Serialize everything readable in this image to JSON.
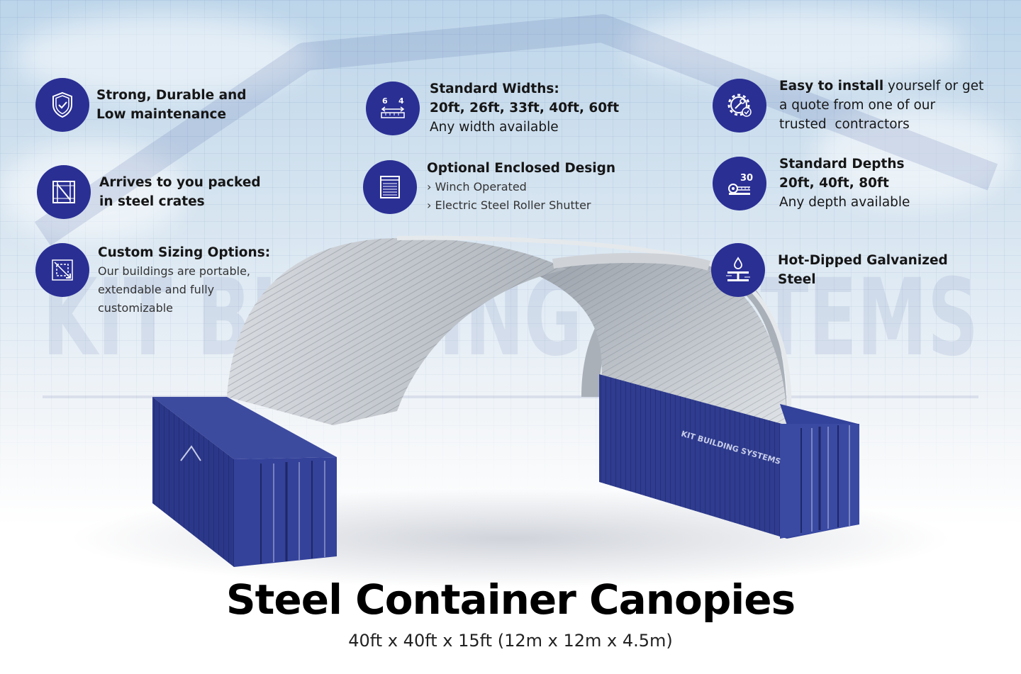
{
  "title": "Steel Container Canopies",
  "subtitle": "40ft x 40ft x 15ft (12m x 12m x 4.5m)",
  "brand_watermark": "KIT BUILDING SYSTEMS",
  "container_logo_text": "KIT BUILDING SYSTEMS",
  "colors": {
    "icon_bg": "#2a2f94",
    "container": "#2d3b8c",
    "canopy": "#c9ced3"
  },
  "features": {
    "durable": {
      "icon": "shield-check-icon",
      "line1": "Strong, Durable and",
      "line2": "Low maintenance"
    },
    "crates": {
      "icon": "crate-icon",
      "line1": "Arrives to you packed",
      "line2": "in steel crates"
    },
    "sizing": {
      "icon": "resize-frame-icon",
      "heading": "Custom Sizing Options:",
      "line1": "Our buildings are portable,",
      "line2": "extendable and fully",
      "line3": "customizable"
    },
    "widths": {
      "icon": "ruler-width-icon",
      "icon_left": "6",
      "icon_right": "4",
      "heading": "Standard Widths:",
      "values": "20ft, 26ft, 33ft, 40ft, 60ft",
      "note": "Any width available"
    },
    "enclosed": {
      "icon": "roller-shutter-icon",
      "heading": "Optional Enclosed Design",
      "option1": "› Winch Operated",
      "option2": "› Electric Steel Roller Shutter"
    },
    "install": {
      "icon": "gear-wrench-icon",
      "bold": "Easy to install",
      "rest1": " yourself or get",
      "line2": "a quote from one of our",
      "line3": "trusted  contractors"
    },
    "depths": {
      "icon": "tape-measure-icon",
      "icon_number": "30",
      "heading": "Standard Depths",
      "values": "20ft, 40ft, 80ft",
      "note": "Any depth available"
    },
    "galvanized": {
      "icon": "galvanized-beam-icon",
      "line1": "Hot-Dipped Galvanized",
      "line2": "Steel"
    }
  }
}
